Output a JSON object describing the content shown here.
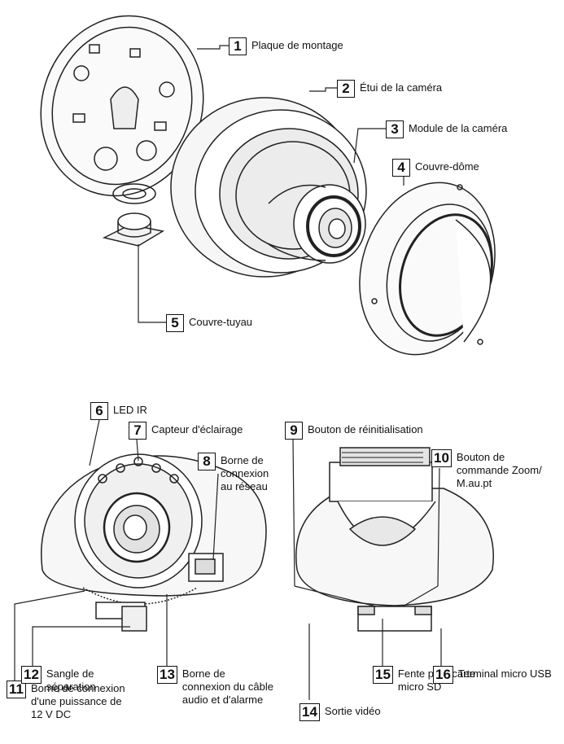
{
  "callouts": [
    {
      "num": "1",
      "label": "Plaque de montage"
    },
    {
      "num": "2",
      "label": "Étui de la caméra"
    },
    {
      "num": "3",
      "label": "Module de la caméra"
    },
    {
      "num": "4",
      "label": "Couvre-dôme"
    },
    {
      "num": "5",
      "label": "Couvre-tuyau"
    },
    {
      "num": "6",
      "label": "LED IR"
    },
    {
      "num": "7",
      "label": "Capteur d'éclairage"
    },
    {
      "num": "8",
      "label": "Borne de\nconnexion\nau réseau"
    },
    {
      "num": "9",
      "label": "Bouton de réinitialisation"
    },
    {
      "num": "10",
      "label": "Bouton de\ncommande Zoom/\nM.au.pt"
    },
    {
      "num": "11",
      "label": "Borne de connexion\nd'une puissance de\n12 V DC"
    },
    {
      "num": "12",
      "label": "Sangle de\nséparation"
    },
    {
      "num": "13",
      "label": "Borne de\nconnexion du câble\naudio et d'alarme"
    },
    {
      "num": "14",
      "label": "Sortie vidéo"
    },
    {
      "num": "15",
      "label": "Fente pour carte\nmicro SD"
    },
    {
      "num": "16",
      "label": "Terminal micro USB"
    }
  ]
}
